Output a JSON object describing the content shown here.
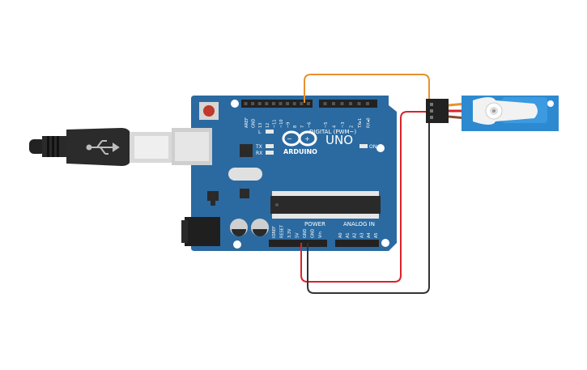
{
  "board": {
    "brand": "ARDUINO",
    "model": "UNO",
    "digital_label": "DIGITAL (PWM~)",
    "power_label": "POWER",
    "analog_label": "ANALOG IN",
    "on_label": "ON",
    "led_l": "L",
    "led_tx": "TX",
    "led_rx": "RX",
    "digital_pins": [
      "AREF",
      "GND",
      "13",
      "12",
      "~11",
      "~10",
      "~9",
      "8",
      "7",
      "~6",
      "~5",
      "4",
      "~3",
      "2",
      "TX▸1",
      "RX◂0"
    ],
    "power_pins": [
      "IOREF",
      "RESET",
      "3.3V",
      "5V",
      "GND",
      "GND",
      "Vin"
    ],
    "analog_pins": [
      "A0",
      "A1",
      "A2",
      "A3",
      "A4",
      "A5"
    ]
  },
  "colors": {
    "board": "#2b6aa0",
    "wire_signal": "#e8912d",
    "wire_power": "#d9232a",
    "wire_ground": "#333333",
    "servo": "#2e8ad0"
  },
  "icons": {
    "usb": "usb-icon",
    "logo": "infinity-logo-icon"
  }
}
